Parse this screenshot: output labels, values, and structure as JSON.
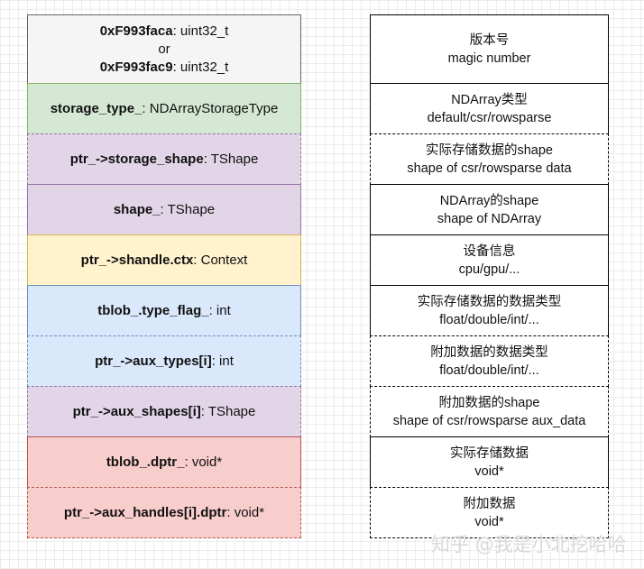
{
  "left_blocks": [
    {
      "bold": "0xF993faca",
      "rest": ": uint32_t",
      "line2": "or",
      "bold3": "0xF993fac9",
      "rest3": ": uint32_t",
      "fill": "#f5f5f5",
      "stroke": "#666666",
      "dashed": false
    },
    {
      "bold": "storage_type_",
      "rest": ": NDArrayStorageType",
      "fill": "#d5e8d4",
      "stroke": "#82b366",
      "dashed": false
    },
    {
      "bold": "ptr_->storage_shape",
      "rest": ": TShape",
      "fill": "#e1d5e7",
      "stroke": "#9673a6",
      "dashed": true
    },
    {
      "bold": "shape_",
      "rest": ": TShape",
      "fill": "#e1d5e7",
      "stroke": "#9673a6",
      "dashed": false
    },
    {
      "bold": "ptr_->shandle.ctx",
      "rest": ": Context",
      "fill": "#fff2cc",
      "stroke": "#d6b656",
      "dashed": false
    },
    {
      "bold": "tblob_.type_flag_",
      "rest": ": int",
      "fill": "#dae8fc",
      "stroke": "#6c8ebf",
      "dashed": false
    },
    {
      "bold": "ptr_->aux_types[i]",
      "rest": ": int",
      "fill": "#dae8fc",
      "stroke": "#6c8ebf",
      "dashed": true
    },
    {
      "bold": "ptr_->aux_shapes[i]",
      "rest": ": TShape",
      "fill": "#e1d5e7",
      "stroke": "#9673a6",
      "dashed": true
    },
    {
      "bold": "tblob_.dptr_",
      "rest": ": void*",
      "fill": "#f8cecc",
      "stroke": "#b85450",
      "dashed": false
    },
    {
      "bold": "ptr_->aux_handles[i].dptr",
      "rest": ": void*",
      "fill": "#f8cecc",
      "stroke": "#b85450",
      "dashed": true
    }
  ],
  "right_blocks": [
    {
      "line1": "版本号",
      "line2": "magic number",
      "dashed": false
    },
    {
      "line1": "NDArray类型",
      "line2": "default/csr/rowsparse",
      "dashed": false
    },
    {
      "line1": "实际存储数据的shape",
      "line2": "shape of csr/rowsparse data",
      "dashed": true
    },
    {
      "line1": "NDArray的shape",
      "line2": "shape of NDArray",
      "dashed": false
    },
    {
      "line1": "设备信息",
      "line2": "cpu/gpu/...",
      "dashed": false
    },
    {
      "line1": "实际存储数据的数据类型",
      "line2": "float/double/int/...",
      "dashed": false
    },
    {
      "line1": "附加数据的数据类型",
      "line2": "float/double/int/...",
      "dashed": true
    },
    {
      "line1": "附加数据的shape",
      "line2": "shape of csr/rowsparse aux_data",
      "dashed": true
    },
    {
      "line1": "实际存储数据",
      "line2": "void*",
      "dashed": false
    },
    {
      "line1": "附加数据",
      "line2": "void*",
      "dashed": true
    }
  ],
  "watermark": "知乎 @我是小北挖哈哈"
}
